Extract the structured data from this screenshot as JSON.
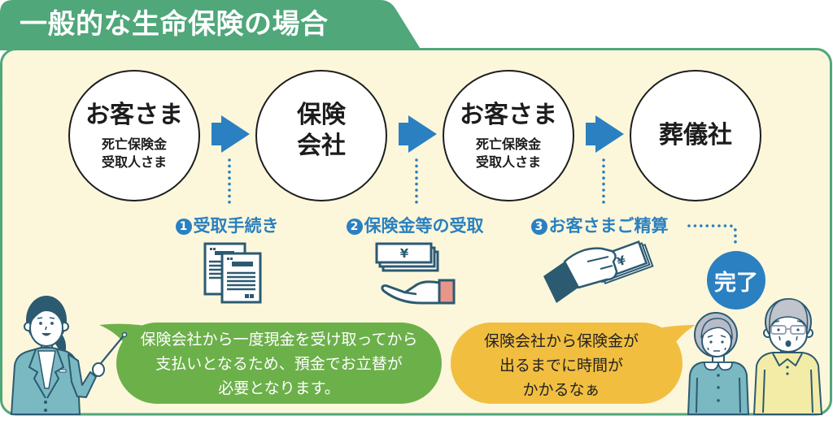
{
  "title": "一般的な生命保険の場合",
  "flow": {
    "nodes": [
      {
        "title": "お客さま",
        "subtitle": [
          "死亡保険金",
          "受取人さま"
        ]
      },
      {
        "title_lines": [
          "保険",
          "会社"
        ]
      },
      {
        "title": "お客さま",
        "subtitle": [
          "死亡保険金",
          "受取人さま"
        ]
      },
      {
        "title": "葬儀社"
      }
    ],
    "arrow_icon": "right-arrow-icon",
    "steps": [
      {
        "number": "1",
        "label": "受取手続き",
        "icon": "documents-icon"
      },
      {
        "number": "2",
        "label": "保険金等の受取",
        "icon": "money-receive-hand-icon"
      },
      {
        "number": "3",
        "label": "お客さまご精算",
        "icon": "money-give-hand-icon"
      }
    ],
    "complete_label": "完了"
  },
  "currency_symbol": "¥",
  "speech": {
    "staff": {
      "speaker_icon": "staff-woman-illustration",
      "lines": [
        "保険会社から一度現金を受け取ってから",
        "支払いとなるため、預金でお立替が",
        "必要となります。"
      ]
    },
    "customer": {
      "speaker_icon": "elderly-couple-illustration",
      "lines": [
        "保険会社から保険金が",
        "出るまでに時間が",
        "かかるなぁ"
      ]
    }
  },
  "colors": {
    "header_green": "#4fa77a",
    "panel_cream": "#fcf7db",
    "accent_blue": "#2a80c0",
    "staff_bubble": "#6cb04a",
    "customer_bubble": "#f1be40",
    "ink_navy": "#2c5a71"
  }
}
